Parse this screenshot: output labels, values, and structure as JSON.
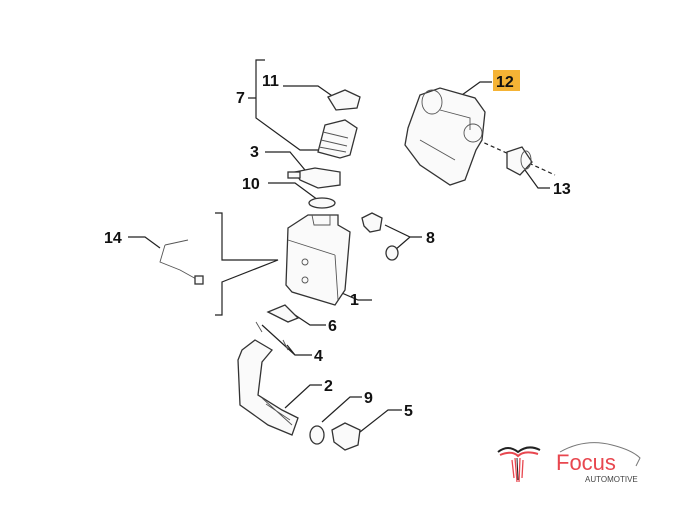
{
  "diagram": {
    "callouts": [
      {
        "id": "1",
        "label": "1"
      },
      {
        "id": "2",
        "label": "2"
      },
      {
        "id": "3",
        "label": "3"
      },
      {
        "id": "4",
        "label": "4"
      },
      {
        "id": "5",
        "label": "5"
      },
      {
        "id": "6",
        "label": "6"
      },
      {
        "id": "7",
        "label": "7"
      },
      {
        "id": "8",
        "label": "8"
      },
      {
        "id": "9",
        "label": "9"
      },
      {
        "id": "10",
        "label": "10"
      },
      {
        "id": "11",
        "label": "11"
      },
      {
        "id": "12",
        "label": "12",
        "highlighted": true
      },
      {
        "id": "13",
        "label": "13"
      },
      {
        "id": "14",
        "label": "14"
      }
    ],
    "highlight_color": "#f5b335"
  },
  "logo": {
    "name": "Focus",
    "subtitle": "AUTOMOTIVE",
    "color": "#e8474f"
  }
}
